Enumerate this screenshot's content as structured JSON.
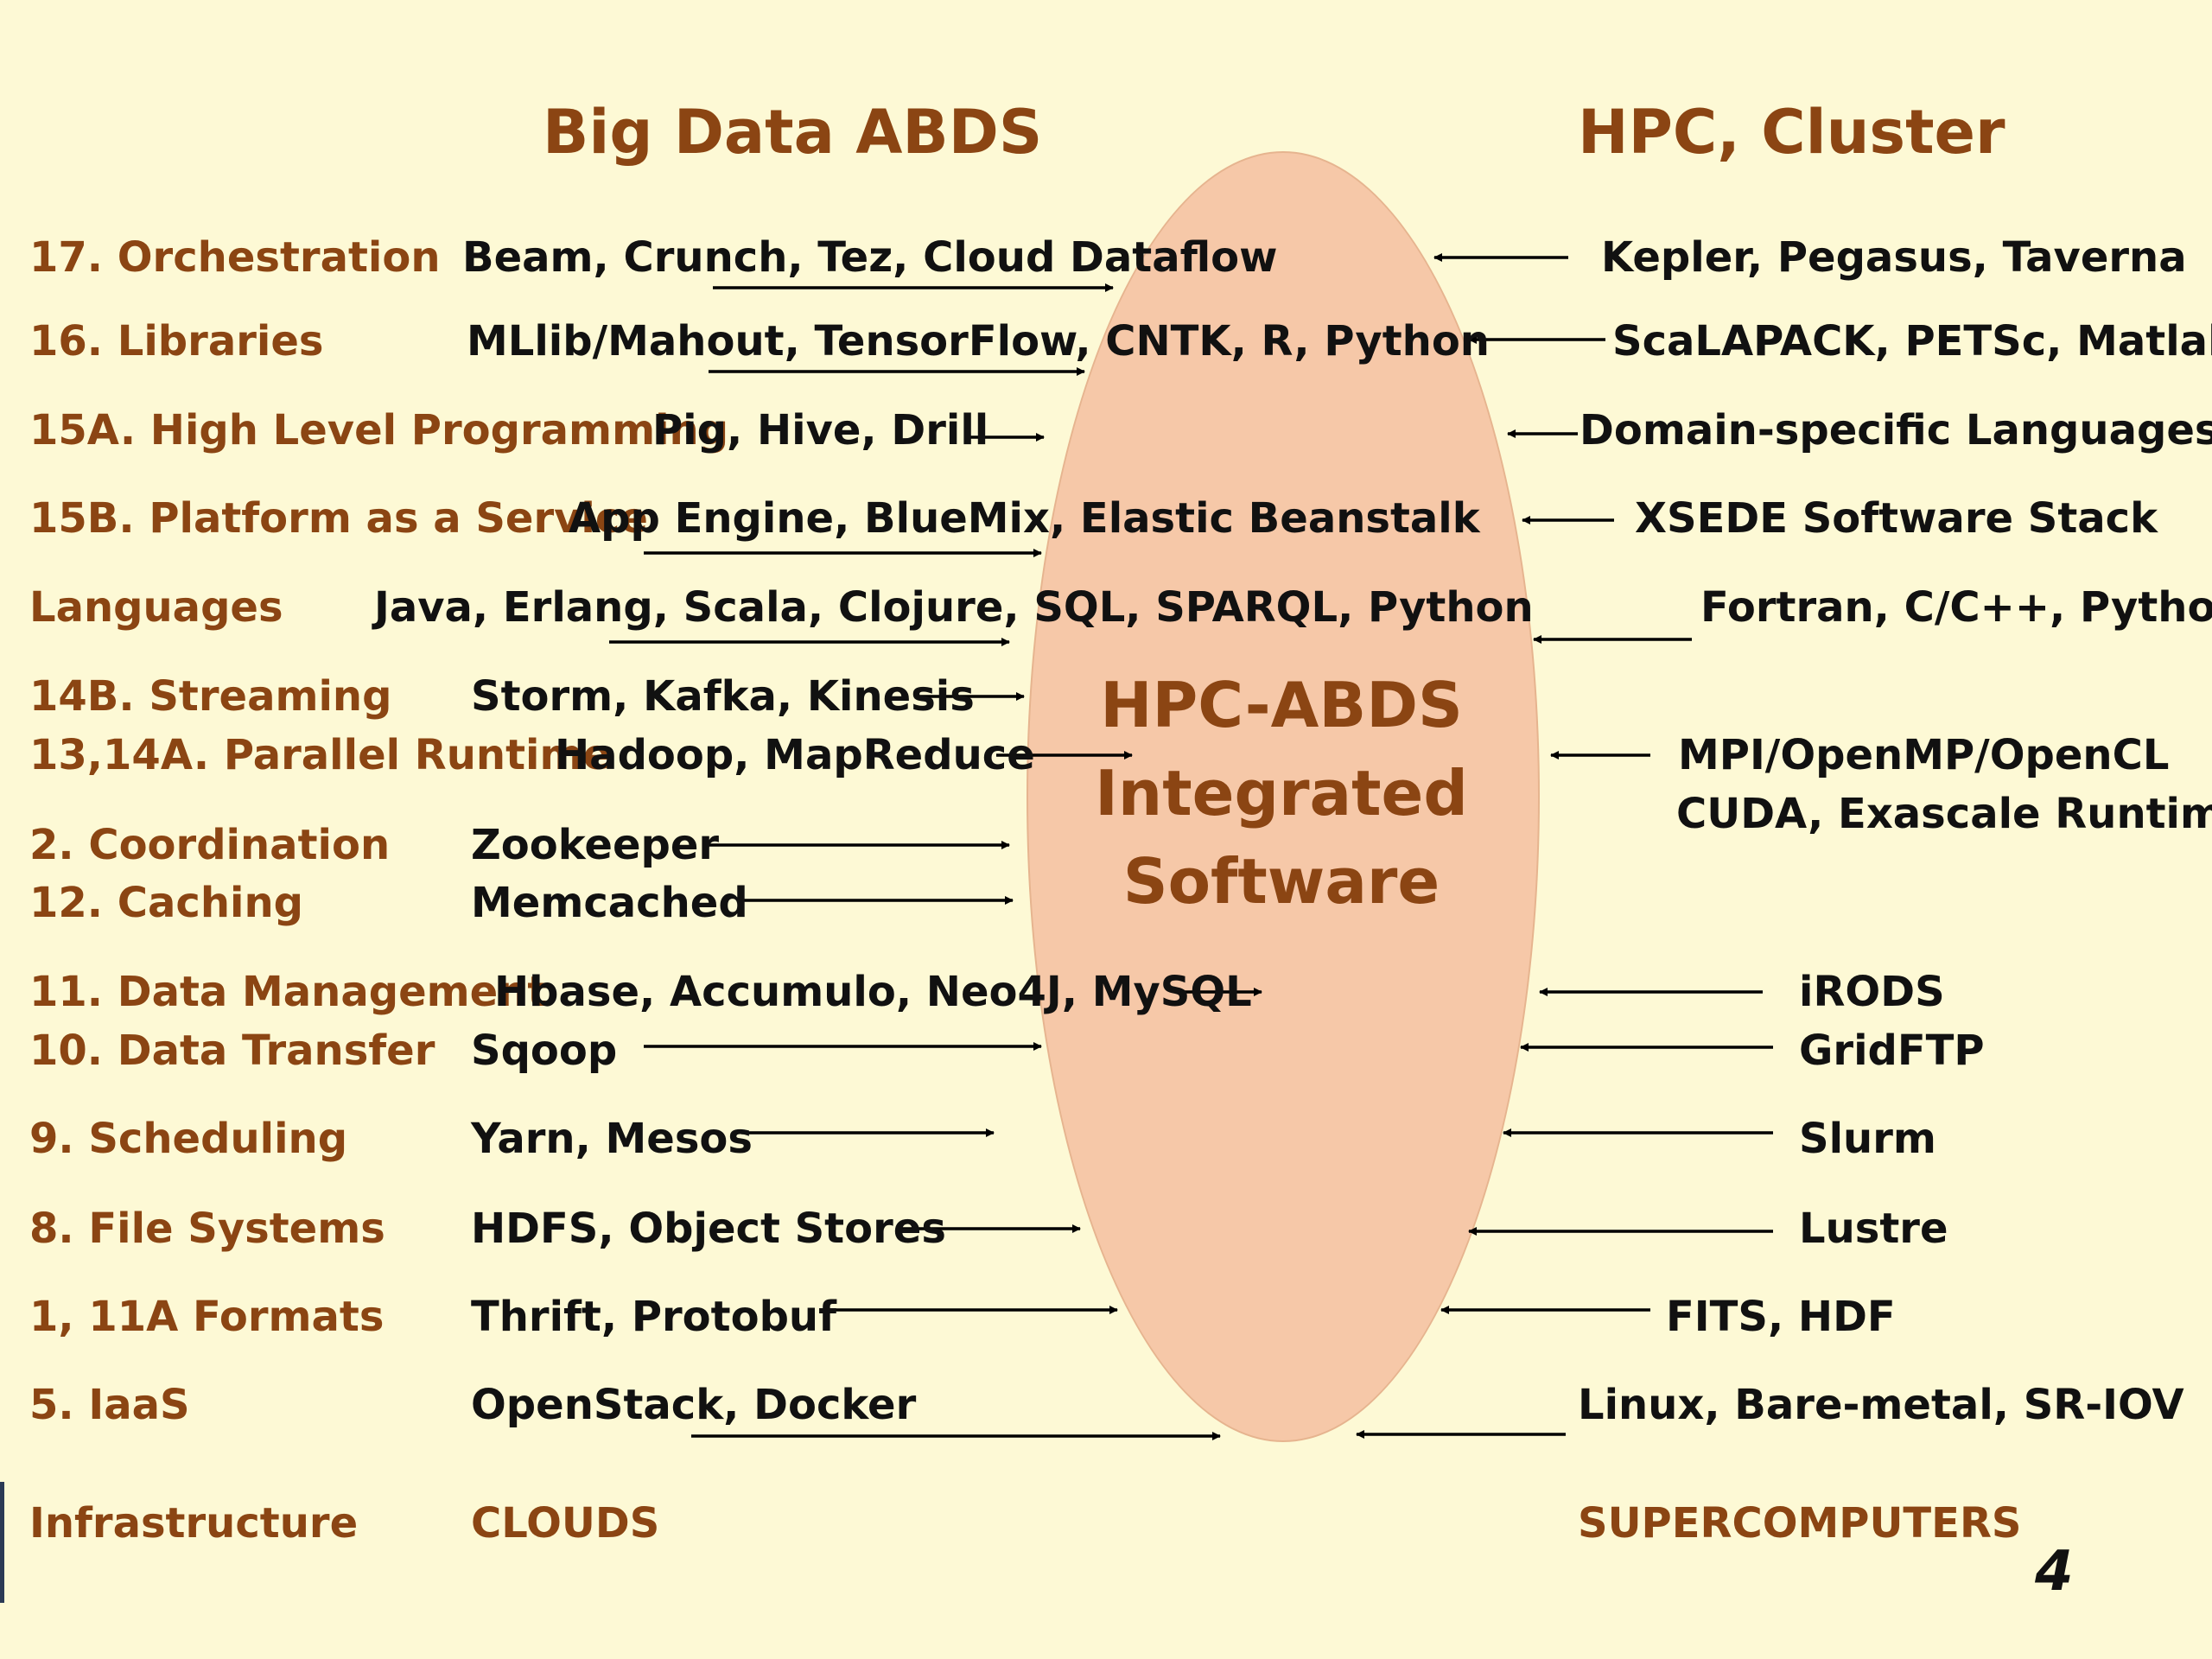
{
  "title_left": "Big Data ABDS",
  "title_right": "HPC, Cluster",
  "center_label": [
    "HPC-ABDS",
    "Integrated",
    "Software"
  ],
  "rows": [
    {
      "category": "17. Orchestration",
      "abds": "Beam, Crunch, Tez, Cloud Dataflow",
      "hpc": "Kepler, Pegasus, Taverna"
    },
    {
      "category": "16. Libraries",
      "abds": "MLlib/Mahout, TensorFlow, CNTK, R, Python",
      "hpc": "ScaLAPACK, PETSc, Matlab"
    },
    {
      "category": "15A. High Level Programming",
      "abds": "Pig, Hive, Drill",
      "hpc": "Domain-specific Languages"
    },
    {
      "category": "15B. Platform as a Service",
      "abds": "App Engine, BlueMix, Elastic Beanstalk",
      "hpc": "XSEDE Software Stack"
    },
    {
      "category": "Languages",
      "abds": "Java, Erlang, Scala, Clojure, SQL, SPARQL, Python",
      "hpc": "Fortran, C/C++, Python"
    },
    {
      "category": "14B. Streaming",
      "abds": "Storm, Kafka, Kinesis",
      "hpc": ""
    },
    {
      "category": "13,14A. Parallel Runtime",
      "abds": "Hadoop, MapReduce",
      "hpc": "MPI/OpenMP/OpenCL"
    },
    {
      "category": "",
      "abds": "",
      "hpc": "CUDA, Exascale Runtime"
    },
    {
      "category": "2. Coordination",
      "abds": "Zookeeper",
      "hpc": ""
    },
    {
      "category": "12. Caching",
      "abds": "Memcached",
      "hpc": ""
    },
    {
      "category": "11. Data Management",
      "abds": "Hbase, Accumulo, Neo4J, MySQL",
      "hpc": "iRODS"
    },
    {
      "category": "10. Data Transfer",
      "abds": "Sqoop",
      "hpc": "GridFTP"
    },
    {
      "category": "9. Scheduling",
      "abds": "Yarn, Mesos",
      "hpc": "Slurm"
    },
    {
      "category": "8. File Systems",
      "abds": "HDFS, Object Stores",
      "hpc": "Lustre"
    },
    {
      "category": "1, 11A Formats",
      "abds": "Thrift, Protobuf",
      "hpc": "FITS, HDF"
    },
    {
      "category": "5. IaaS",
      "abds": "OpenStack, Docker",
      "hpc": "Linux, Bare-metal, SR-IOV"
    }
  ],
  "infrastructure": {
    "category": "Infrastructure",
    "abds": "CLOUDS",
    "hpc": "SUPERCOMPUTERS"
  },
  "page_number": "4",
  "colors": {
    "background": "#fdf9d5",
    "brown": "#8b4513",
    "ellipse": "#f6c8a8"
  }
}
